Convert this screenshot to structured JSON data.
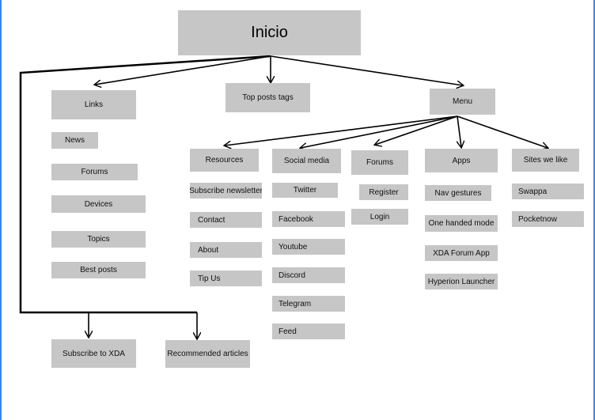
{
  "root": "Inicio",
  "links": {
    "title": "Links",
    "items": [
      "News",
      "Forums",
      "Devices",
      "Topics",
      "Best posts"
    ]
  },
  "top_posts_tags": "Top posts tags",
  "menu": {
    "title": "Menu",
    "resources": {
      "title": "Resources",
      "items": [
        "Subscribe newsletter",
        "Contact",
        "About",
        "Tip Us"
      ]
    },
    "social_media": {
      "title": "Social media",
      "items": [
        "Twitter",
        "Facebook",
        "Youtube",
        "Discord",
        "Telegram",
        "Feed"
      ]
    },
    "forums": {
      "title": "Forums",
      "items": [
        "Register",
        "Login"
      ]
    },
    "apps": {
      "title": "Apps",
      "items": [
        "Nav gestures",
        "One handed mode",
        "XDA Forum App",
        "Hyperion Launcher"
      ]
    },
    "sites_we_like": {
      "title": "Sites we like",
      "items": [
        "Swappa",
        "Pocketnow"
      ]
    }
  },
  "subscribe_to_xda": "Subscribe to XDA",
  "recommended_articles": "Recommended articles",
  "colors": {
    "box_fill": "#c6c6c6",
    "line": "#000000",
    "frame_border": "#3b82f6"
  }
}
